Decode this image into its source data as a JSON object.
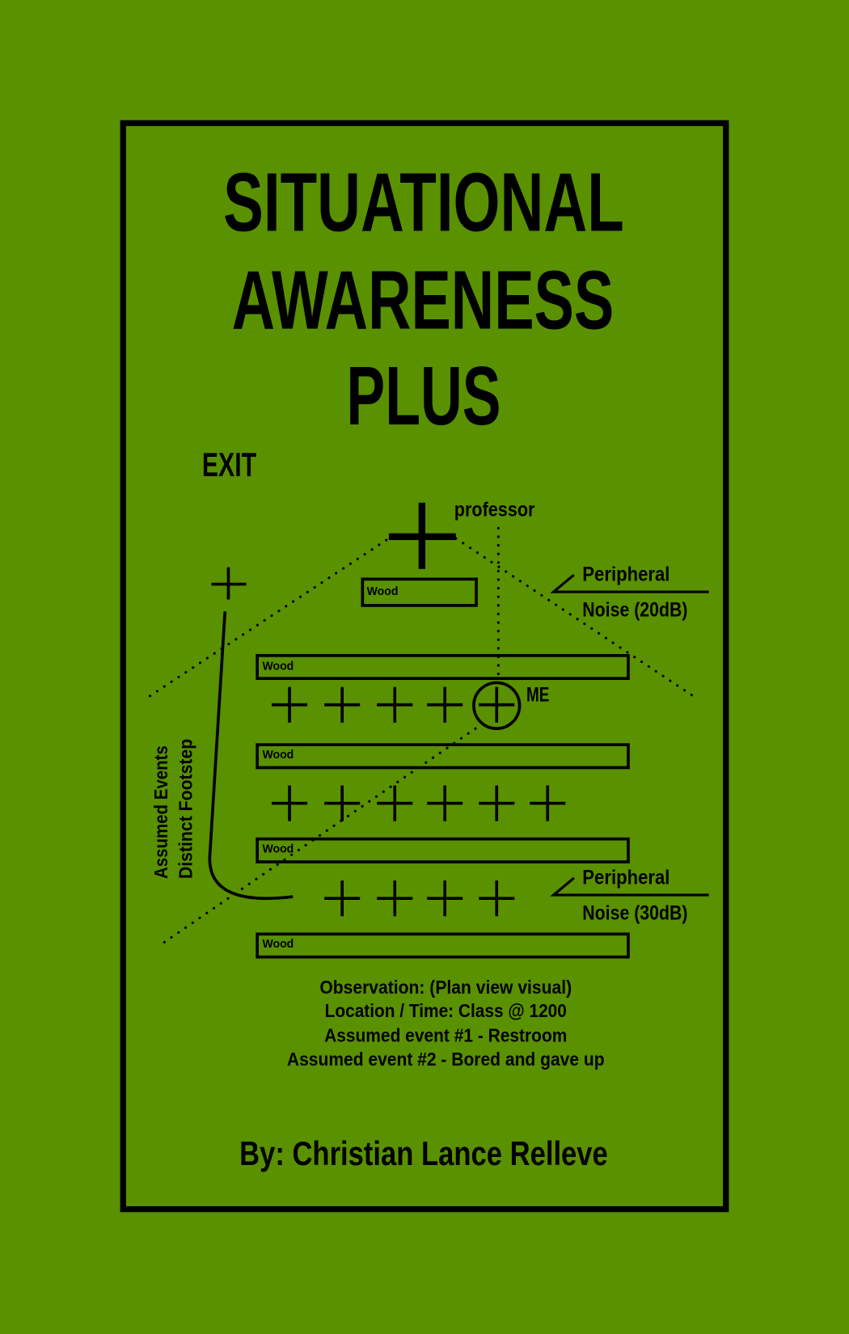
{
  "colors": {
    "background": "#5a9100",
    "ink": "#000000"
  },
  "title": {
    "line1": "SITUATIONAL",
    "line2": "AWARENESS",
    "line3": "PLUS"
  },
  "diagram": {
    "exit_label": "EXIT",
    "professor_label": "professor",
    "me_label": "ME",
    "wood_label": "Wood",
    "peripheral_top": {
      "label": "Peripheral",
      "noise": "Noise (20dB)"
    },
    "peripheral_bottom": {
      "label": "Peripheral",
      "noise": "Noise (30dB)"
    },
    "side_label_1": "Assumed Events",
    "side_label_2": "Distinct Footstep"
  },
  "notes": [
    "Observation: (Plan view visual)",
    "Location / Time: Class @ 1200",
    "Assumed event #1 - Restroom",
    "Assumed event #2 - Bored and gave up"
  ],
  "author": "By: Christian Lance Relleve"
}
